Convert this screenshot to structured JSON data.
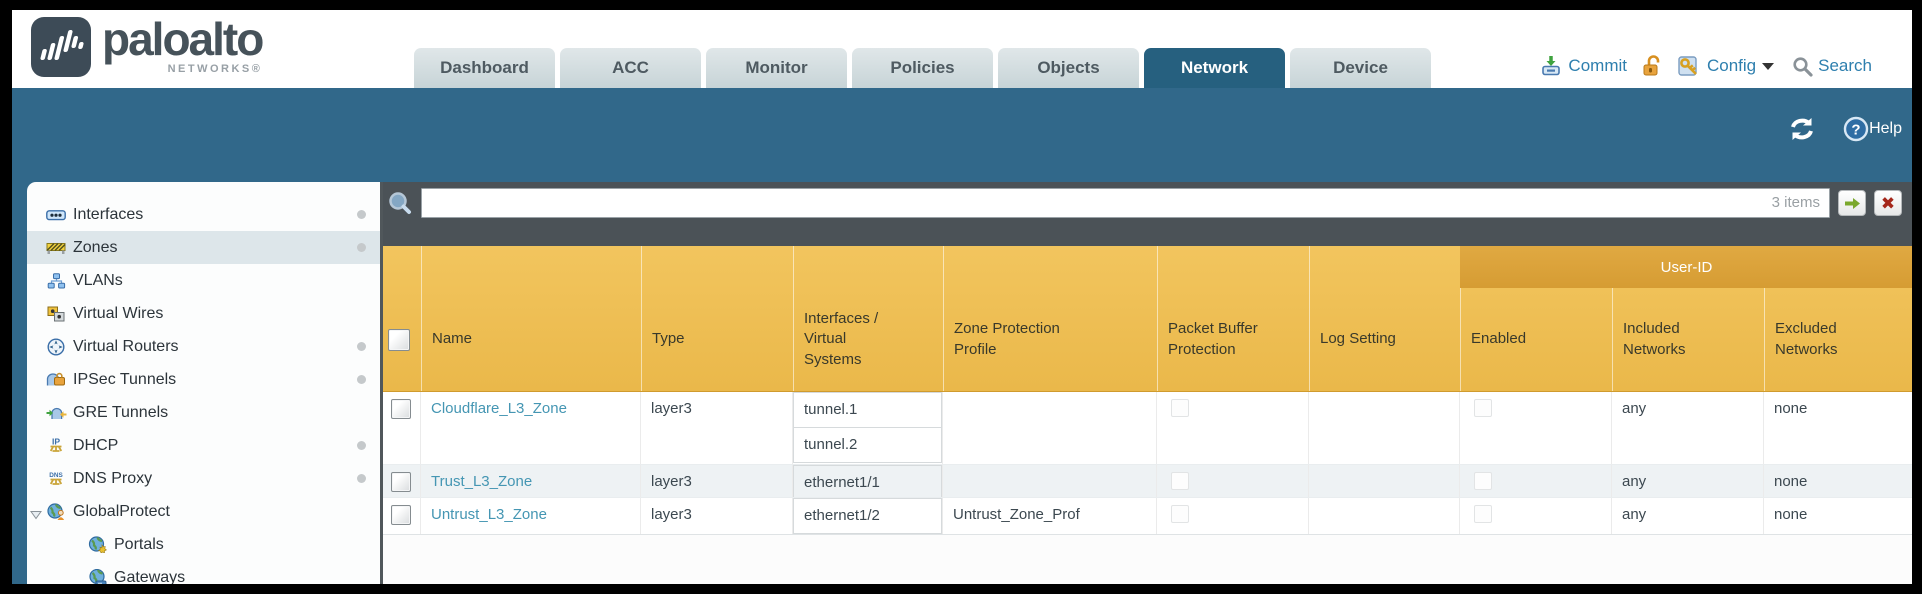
{
  "brand": {
    "name": "paloalto",
    "subtitle": "NETWORKS®"
  },
  "nav_tabs": [
    {
      "label": "Dashboard",
      "active": false
    },
    {
      "label": "ACC",
      "active": false
    },
    {
      "label": "Monitor",
      "active": false
    },
    {
      "label": "Policies",
      "active": false
    },
    {
      "label": "Objects",
      "active": false
    },
    {
      "label": "Network",
      "active": true
    },
    {
      "label": "Device",
      "active": false
    }
  ],
  "header_actions": {
    "commit_label": "Commit",
    "config_label": "Config",
    "search_label": "Search"
  },
  "toolbar": {
    "help_label": "Help"
  },
  "filter_bar": {
    "input_value": "",
    "items_count": "3 items"
  },
  "sidebar": {
    "items": [
      {
        "label": "Interfaces",
        "icon": "interfaces-icon",
        "dot": true
      },
      {
        "label": "Zones",
        "icon": "zones-icon",
        "dot": true,
        "selected": true
      },
      {
        "label": "VLANs",
        "icon": "vlans-icon"
      },
      {
        "label": "Virtual Wires",
        "icon": "virtual-wires-icon"
      },
      {
        "label": "Virtual Routers",
        "icon": "virtual-routers-icon",
        "dot": true
      },
      {
        "label": "IPSec Tunnels",
        "icon": "ipsec-tunnels-icon",
        "dot": true
      },
      {
        "label": "GRE Tunnels",
        "icon": "gre-tunnels-icon"
      },
      {
        "label": "DHCP",
        "icon": "dhcp-icon",
        "dot": true
      },
      {
        "label": "DNS Proxy",
        "icon": "dns-proxy-icon",
        "dot": true
      },
      {
        "label": "GlobalProtect",
        "icon": "globalprotect-icon",
        "expanded": true,
        "children": [
          {
            "label": "Portals",
            "icon": "portals-icon"
          },
          {
            "label": "Gateways",
            "icon": "gateways-icon"
          }
        ]
      }
    ]
  },
  "table": {
    "group_header": {
      "label": "User-ID"
    },
    "columns": [
      "Name",
      "Type",
      "Interfaces / Virtual Systems",
      "Zone Protection Profile",
      "Packet Buffer Protection",
      "Log Setting",
      "Enabled",
      "Included Networks",
      "Excluded Networks"
    ],
    "rows": [
      {
        "name": "Cloudflare_L3_Zone",
        "type": "layer3",
        "interfaces": [
          "tunnel.1",
          "tunnel.2"
        ],
        "zone_protection_profile": "",
        "packet_buffer_protection": false,
        "log_setting": "",
        "user_id_enabled": false,
        "included_networks": "any",
        "excluded_networks": "none"
      },
      {
        "name": "Trust_L3_Zone",
        "type": "layer3",
        "interfaces": [
          "ethernet1/1"
        ],
        "zone_protection_profile": "",
        "packet_buffer_protection": false,
        "log_setting": "",
        "user_id_enabled": false,
        "included_networks": "any",
        "excluded_networks": "none"
      },
      {
        "name": "Untrust_L3_Zone",
        "type": "layer3",
        "interfaces": [
          "ethernet1/2"
        ],
        "zone_protection_profile": "Untrust_Zone_Prof",
        "packet_buffer_protection": false,
        "log_setting": "",
        "user_id_enabled": false,
        "included_networks": "any",
        "excluded_networks": "none"
      }
    ]
  },
  "colors": {
    "teal_band": "#31688a",
    "header_orange": "#eebd52",
    "user_id_band": "#d9a33b",
    "tab_active_bg": "#26607f",
    "action_link": "#2e7fae",
    "zone_link": "#4596b3",
    "filter_strip": "#4b5257"
  }
}
